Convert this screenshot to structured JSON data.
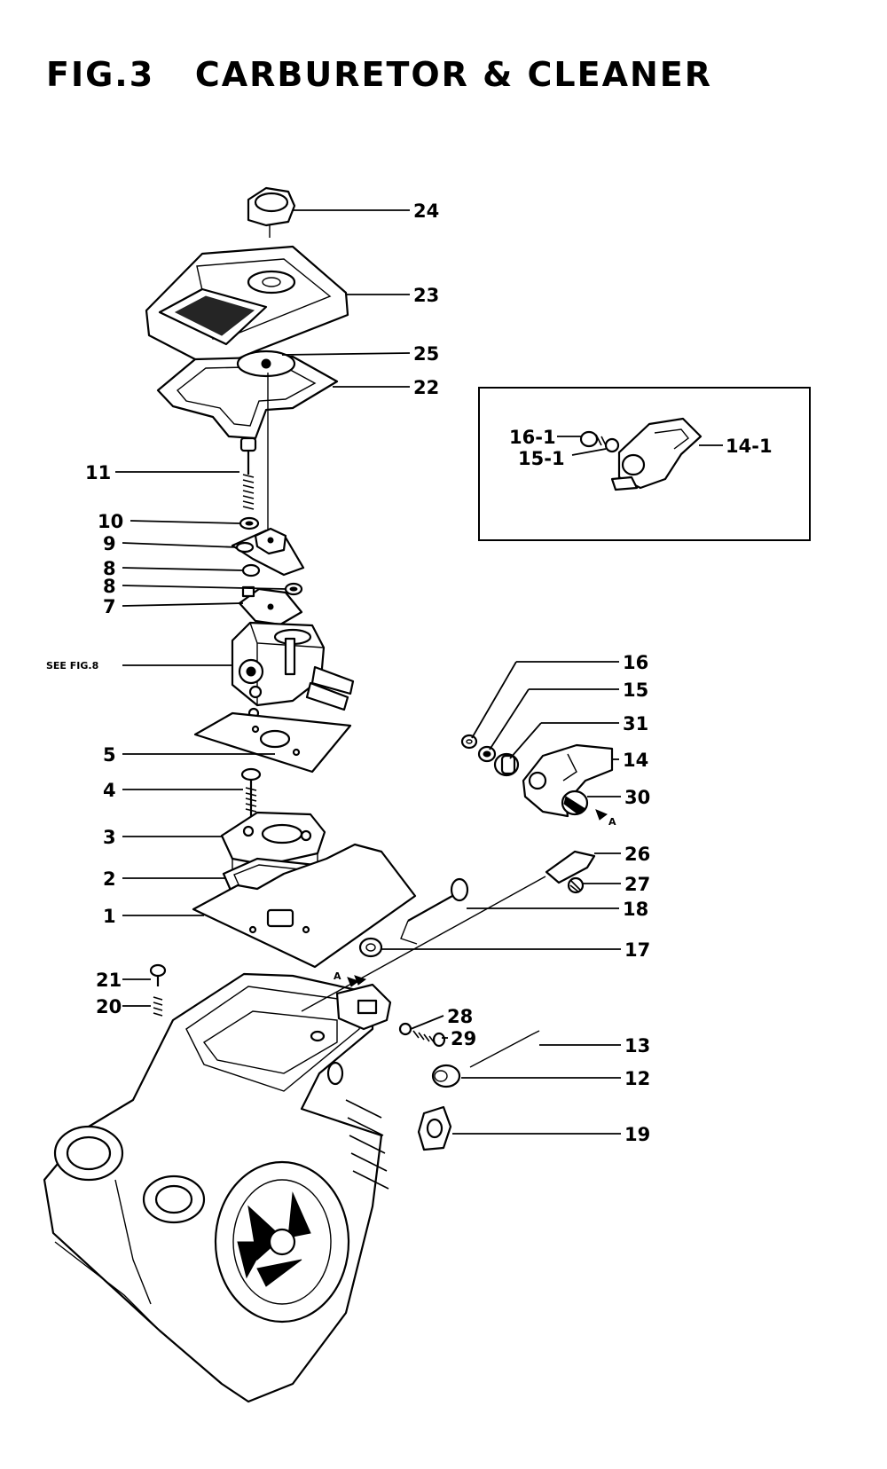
{
  "title": "FIG.3   CARBURETOR & CLEANER",
  "callouts": [
    {
      "id": "24",
      "label": "24"
    },
    {
      "id": "23",
      "label": "23"
    },
    {
      "id": "25",
      "label": "25"
    },
    {
      "id": "22",
      "label": "22"
    },
    {
      "id": "11",
      "label": "11"
    },
    {
      "id": "10",
      "label": "10"
    },
    {
      "id": "9",
      "label": "9"
    },
    {
      "id": "8a",
      "label": "8"
    },
    {
      "id": "8b",
      "label": "8"
    },
    {
      "id": "7",
      "label": "7"
    },
    {
      "id": "seefig8",
      "label": "SEE FIG.8"
    },
    {
      "id": "5",
      "label": "5"
    },
    {
      "id": "4",
      "label": "4"
    },
    {
      "id": "3",
      "label": "3"
    },
    {
      "id": "2",
      "label": "2"
    },
    {
      "id": "1",
      "label": "1"
    },
    {
      "id": "21",
      "label": "21"
    },
    {
      "id": "20",
      "label": "20"
    },
    {
      "id": "16",
      "label": "16"
    },
    {
      "id": "15",
      "label": "15"
    },
    {
      "id": "31",
      "label": "31"
    },
    {
      "id": "14",
      "label": "14"
    },
    {
      "id": "30",
      "label": "30"
    },
    {
      "id": "26",
      "label": "26"
    },
    {
      "id": "27",
      "label": "27"
    },
    {
      "id": "18",
      "label": "18"
    },
    {
      "id": "17",
      "label": "17"
    },
    {
      "id": "28",
      "label": "28"
    },
    {
      "id": "29",
      "label": "29"
    },
    {
      "id": "13",
      "label": "13"
    },
    {
      "id": "12",
      "label": "12"
    },
    {
      "id": "19",
      "label": "19"
    },
    {
      "id": "16-1",
      "label": "16-1"
    },
    {
      "id": "15-1",
      "label": "15-1"
    },
    {
      "id": "14-1",
      "label": "14-1"
    }
  ],
  "markers": {
    "a_right": "A",
    "a_left": "A"
  }
}
